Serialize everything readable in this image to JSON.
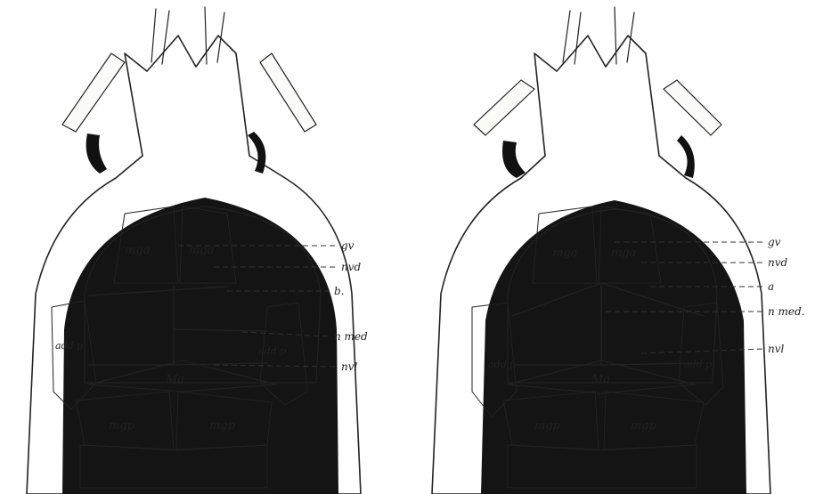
{
  "figure": {
    "left_panel": {
      "inner_labels": {
        "mga_left": "mga",
        "mga_right": "mga",
        "ma": "Ma",
        "mgp_left": "mgp",
        "mgp_right": "mgp",
        "addp_left": "add p",
        "addp_right": "add p"
      },
      "callouts": [
        "gv",
        "nvd",
        "b.",
        "n med",
        "nvl"
      ]
    },
    "right_panel": {
      "inner_labels": {
        "mga_left": "mga",
        "mga_right": "mga",
        "ma": "Ma",
        "mgp_left": "mgp",
        "mgp_right": "mgp",
        "addp_left": "add p",
        "addp_right": "add p"
      },
      "callouts": [
        "gv",
        "nvd",
        "a",
        "n med.",
        "nvl"
      ]
    }
  }
}
